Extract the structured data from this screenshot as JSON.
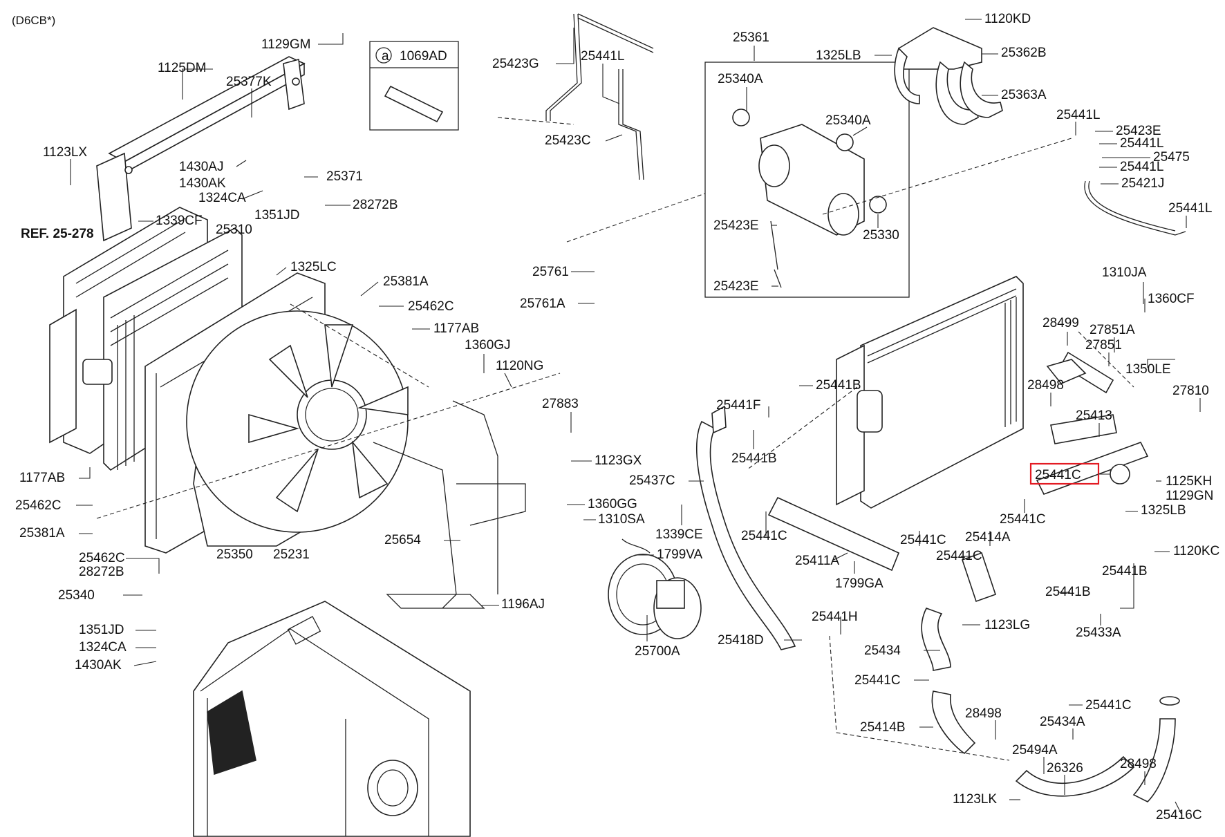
{
  "engine_code": "(D6CB*)",
  "reference_label": "REF. 25-278",
  "inset": {
    "marker": "a",
    "part_number": "1069AD"
  },
  "highlighted_part": "25441C",
  "highlight_color": "#e31b23",
  "labels": [
    "1129GM",
    "1125DM",
    "25377K",
    "1123LX",
    "1430AJ",
    "1430AK",
    "1324CA",
    "1351JD",
    "25371",
    "28272B",
    "1339CF",
    "25310",
    "1325LC",
    "25381A",
    "25462C",
    "1177AB",
    "1177AB",
    "25462C",
    "25381A",
    "25350",
    "25231",
    "25462C",
    "28272B",
    "25340",
    "1351JD",
    "1324CA",
    "1430AK",
    "25423G",
    "25441L",
    "25423C",
    "25361",
    "25340A",
    "25340A",
    "25423E",
    "25330",
    "25423E",
    "25761",
    "25761A",
    "1360GJ",
    "1120NG",
    "27883",
    "1123GX",
    "1360GG",
    "1310SA",
    "1799VA",
    "25654",
    "1196AJ",
    "25700A",
    "1120KD",
    "1325LB",
    "25362B",
    "25363A",
    "25441L",
    "25423E",
    "25441L",
    "25475",
    "25441L",
    "25421J",
    "25441L",
    "1310JA",
    "1360CF",
    "28499",
    "27851A",
    "27851",
    "1350LE",
    "28498",
    "27810",
    "25413",
    "25441C",
    "1125KH",
    "1129GN",
    "1325LB",
    "1120KC",
    "25441B",
    "25441F",
    "25441B",
    "25437C",
    "1339CE",
    "25441C",
    "25411A",
    "25441C",
    "1799GA",
    "25414A",
    "25441C",
    "25441C",
    "25441B",
    "25441B",
    "25433A",
    "25434",
    "1123LG",
    "25441H",
    "25418D",
    "25441C",
    "25414B",
    "28498",
    "25441C",
    "25434A",
    "25494A",
    "26326",
    "28498",
    "1123LK",
    "25416C"
  ]
}
